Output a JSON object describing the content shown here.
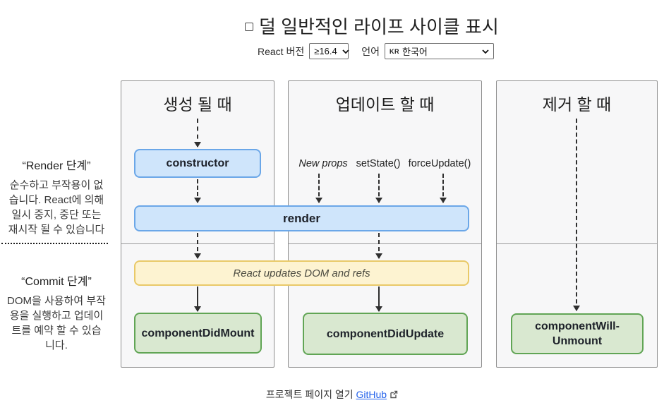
{
  "title": {
    "checkbox_checked": false,
    "text": "덜 일반적인 라이프 사이클 표시"
  },
  "controls": {
    "version_label": "React 버전",
    "version_value": "≥16.4",
    "language_label": "언어",
    "language_flag": "KR",
    "language_name": "한국어"
  },
  "sidebar": {
    "render_phase": {
      "title": "“Render 단계”",
      "description": "순수하고 부작용이 없\n습니다. React에 의해\n일시 중지, 중단 또는\n재시작 될 수 있습니다"
    },
    "commit_phase": {
      "title": "“Commit 단계”",
      "description": "DOM을 사용하여 부작\n용을 실행하고 업데이\n트를 예약 할 수 있습\n니다."
    }
  },
  "columns": {
    "mount": {
      "header": "생성 될 때",
      "method": "constructor",
      "commit_method": "componentDidMount"
    },
    "update": {
      "header": "업데이트 할 때",
      "triggers": [
        "New props",
        "setState()",
        "forceUpdate()"
      ],
      "commit_method": "componentDidUpdate"
    },
    "unmount": {
      "header": "제거 할 때",
      "commit_method": "componentWill-\nUnmount"
    }
  },
  "shared": {
    "render_method": "render",
    "dom_update_note": "React updates DOM and refs"
  },
  "footer": {
    "text": "프로젝트 페이지 열기",
    "link_label": "GitHub"
  },
  "colors": {
    "blue_fill": "#cfe5fb",
    "blue_border": "#6ba7e8",
    "yellow_fill": "#fdf3d1",
    "yellow_border": "#e9c968",
    "green_fill": "#d9e8d0",
    "green_border": "#61a555",
    "link": "#2563eb"
  }
}
